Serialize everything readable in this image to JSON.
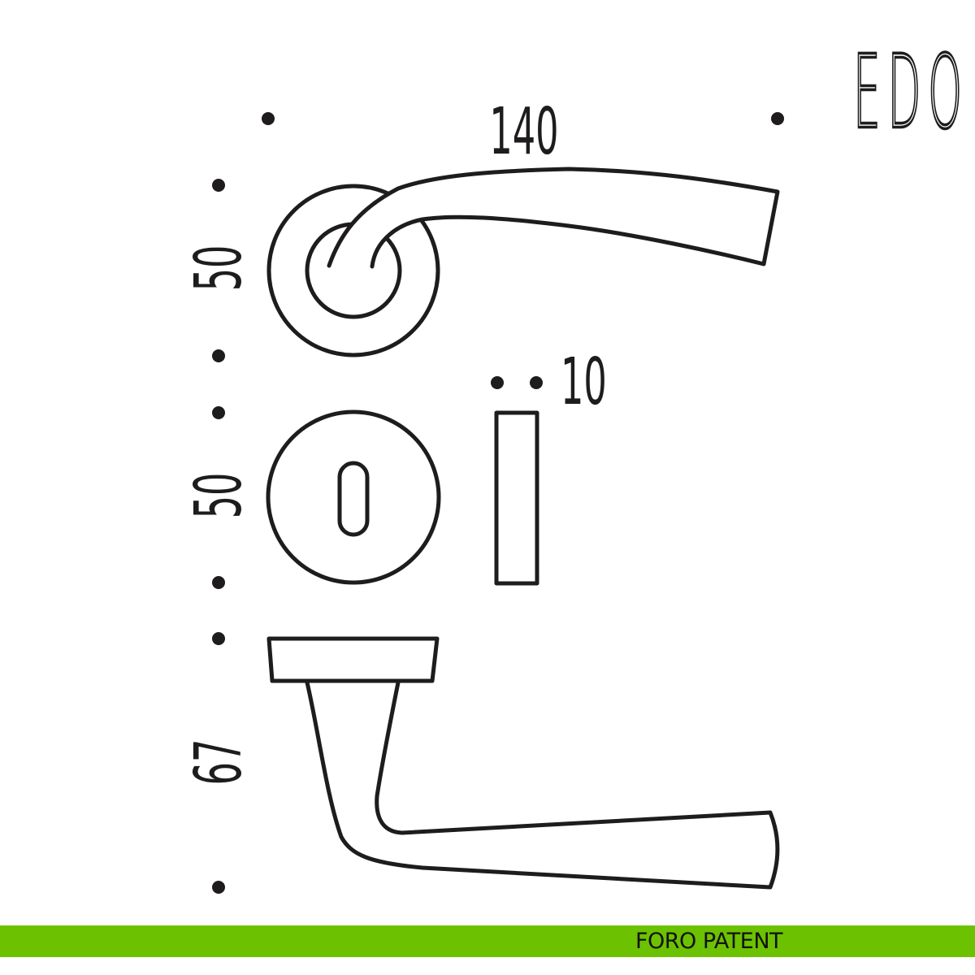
{
  "brand": "EDO",
  "dimensions": {
    "width": "140",
    "rose_height_top": "50",
    "rose_height_keyhole": "50",
    "key_width": "10",
    "handle_projection": "67"
  },
  "footer": {
    "label": "FORO PATENT"
  },
  "colors": {
    "line": "#1e1c1c",
    "accent_bar": "#6cc200"
  }
}
